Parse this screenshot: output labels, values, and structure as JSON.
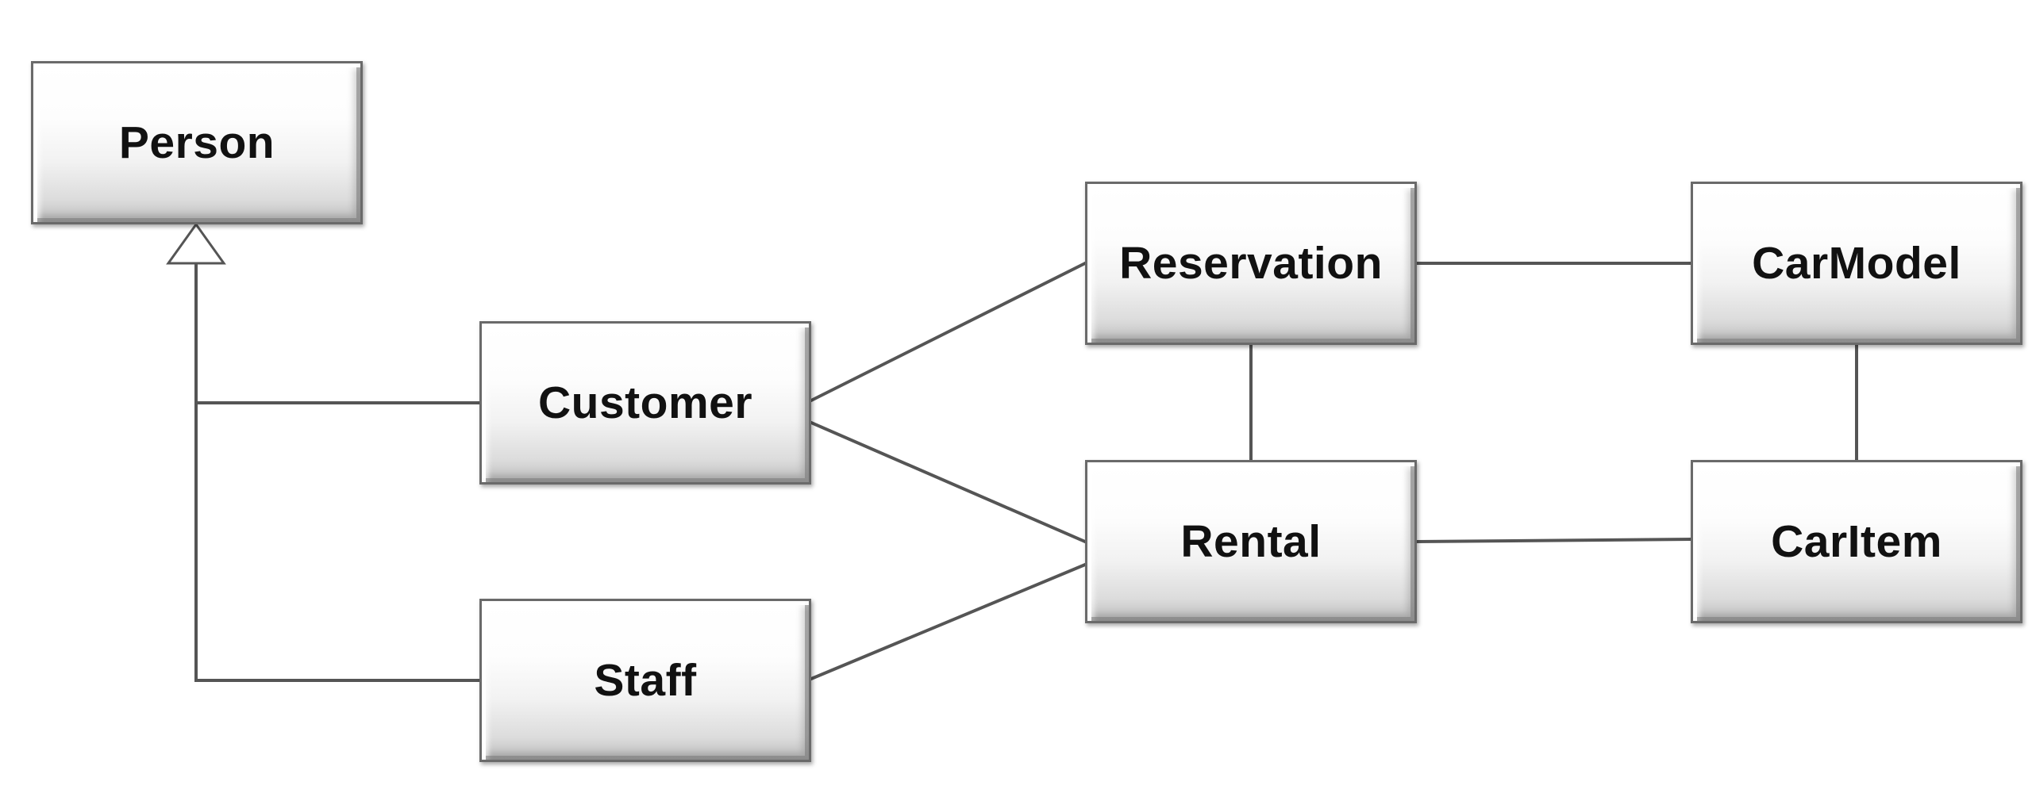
{
  "diagram": {
    "classes": {
      "person": "Person",
      "customer": "Customer",
      "staff": "Staff",
      "reservation": "Reservation",
      "rental": "Rental",
      "carmodel": "CarModel",
      "caritem": "CarItem"
    },
    "relationships": [
      {
        "type": "generalization",
        "from": "Customer",
        "to": "Person"
      },
      {
        "type": "generalization",
        "from": "Staff",
        "to": "Person"
      },
      {
        "type": "association",
        "from": "Customer",
        "to": "Reservation"
      },
      {
        "type": "association",
        "from": "Customer",
        "to": "Rental"
      },
      {
        "type": "association",
        "from": "Staff",
        "to": "Rental"
      },
      {
        "type": "association",
        "from": "Reservation",
        "to": "Rental"
      },
      {
        "type": "association",
        "from": "Reservation",
        "to": "CarModel"
      },
      {
        "type": "association",
        "from": "Rental",
        "to": "CarItem"
      },
      {
        "type": "association",
        "from": "CarModel",
        "to": "CarItem"
      }
    ],
    "colors": {
      "line": "#555555",
      "box_border": "#6a6a6a",
      "text": "#111111"
    }
  }
}
